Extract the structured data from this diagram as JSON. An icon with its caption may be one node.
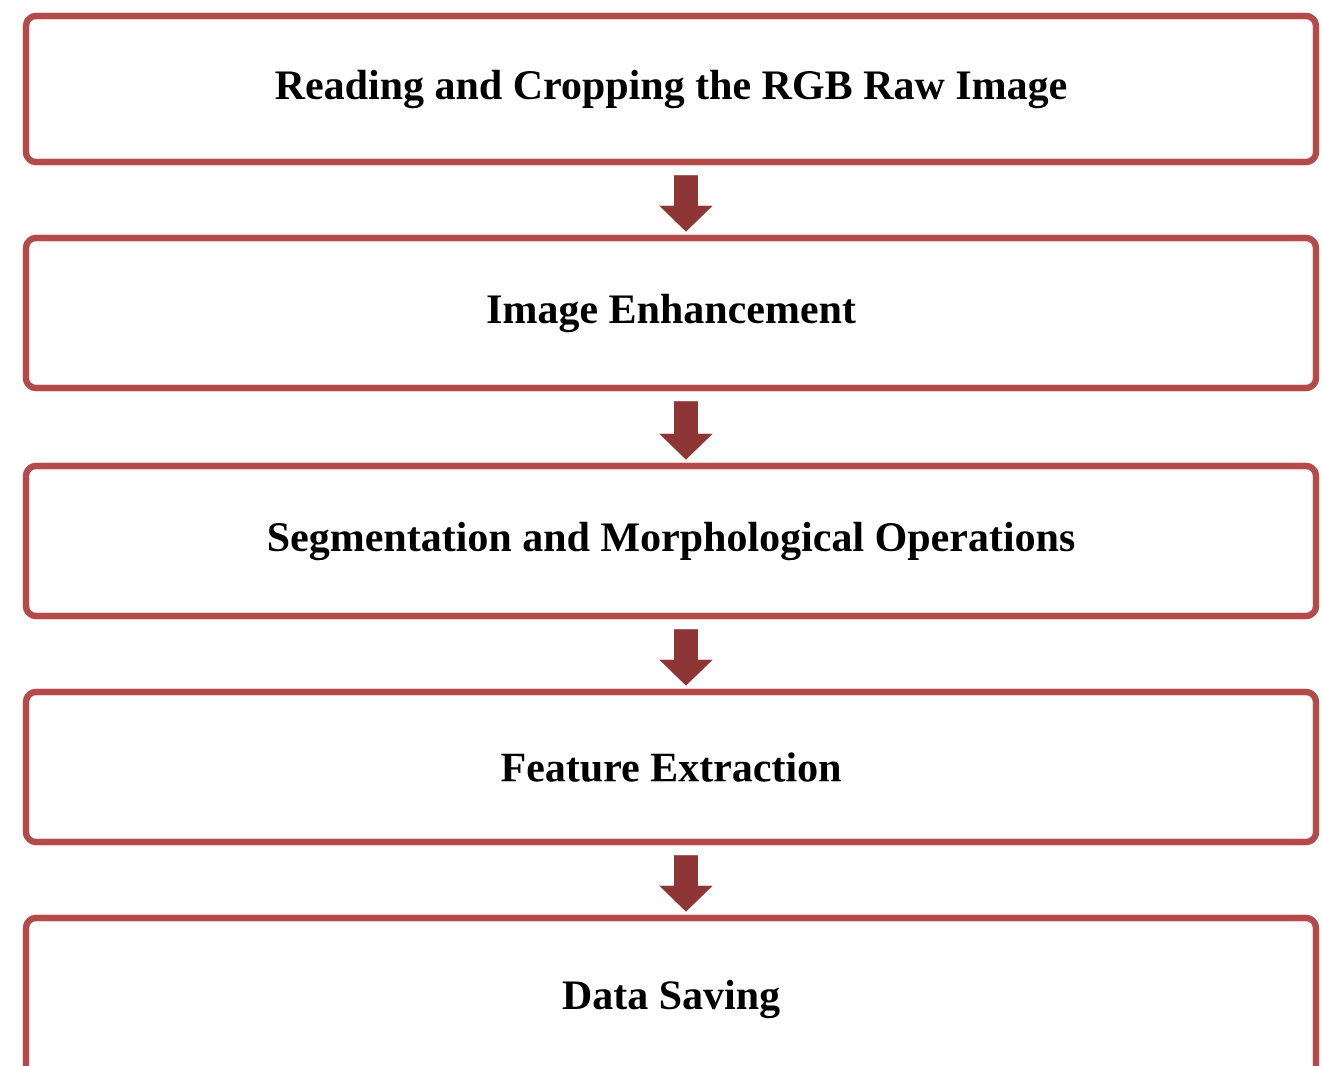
{
  "diagram": {
    "nodes": [
      {
        "text": [
          "Reading and Cropping the RGB Raw Image"
        ]
      },
      {
        "text": [
          "Image Enhancement"
        ]
      },
      {
        "text": [
          "Segmentation and Morphological Operations"
        ]
      },
      {
        "text": [
          "Feature Extraction"
        ]
      },
      {
        "text": [
          "Data Saving"
        ]
      }
    ],
    "edges": [
      {
        "from": 0,
        "to": 1,
        "arrow": "to"
      },
      {
        "from": 1,
        "to": 2,
        "arrow": "to"
      },
      {
        "from": 2,
        "to": 3,
        "arrow": "to"
      },
      {
        "from": 3,
        "to": 4,
        "arrow": "to"
      }
    ]
  }
}
